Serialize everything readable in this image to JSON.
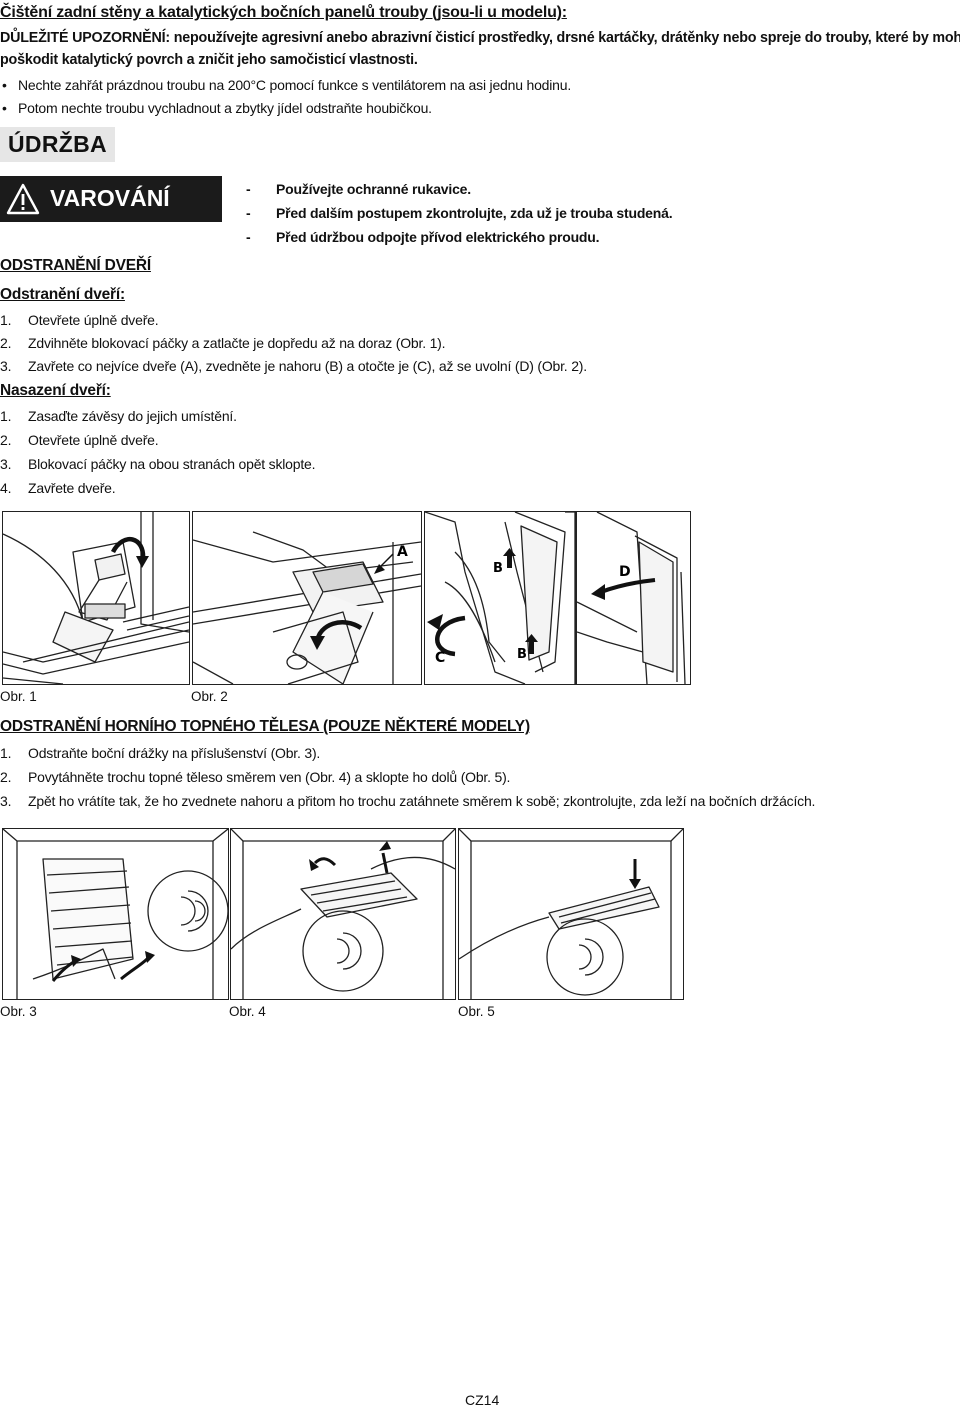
{
  "catalytic": {
    "title": "Čištění zadní stěny a katalytických bočních panelů trouby (jsou-li u modelu):",
    "warning_line1": "DŮLEŽITÉ UPOZORNĚNÍ: nepoužívejte agresivní anebo abrazivní čisticí prostředky, drsné kartáčky, drátěnky nebo spreje do trouby, které by mohly",
    "warning_line2": "poškodit katalytický povrch a zničit jeho samočisticí vlastnosti.",
    "bullets": [
      "Nechte zahřát prázdnou troubu na 200°C pomocí funkce s ventilátorem na asi jednu hodinu.",
      "Potom nechte troubu vychladnout a zbytky jídel odstraňte houbičkou."
    ]
  },
  "section_title": "ÚDRŽBA",
  "warning": {
    "label": "VAROVÁNÍ",
    "items": [
      "Používejte ochranné rukavice.",
      "Před dalším postupem zkontrolujte, zda už je trouba studená.",
      "Před údržbou odpojte přívod elektrického proudu."
    ]
  },
  "doors": {
    "heading": "ODSTRANĚNÍ DVEŘÍ",
    "removal_title": "Odstranění dveří:",
    "removal_steps": [
      {
        "n": "1.",
        "text": "Otevřete úplně dveře."
      },
      {
        "n": "2.",
        "text": "Zdvihněte blokovací páčky a zatlačte je dopředu až na doraz (Obr. 1)."
      },
      {
        "n": "3.",
        "text": "Zavřete co nejvíce dveře (A), zvedněte je nahoru (B) a otočte je (C), až se uvolní (D) (Obr. 2)."
      }
    ],
    "install_title": "Nasazení dveří:",
    "install_steps": [
      {
        "n": "1.",
        "text": "Zasaďte závěsy do jejich umístění."
      },
      {
        "n": "2.",
        "text": "Otevřete úplně dveře."
      },
      {
        "n": "3.",
        "text": "Blokovací páčky na obou stranách opět sklopte."
      },
      {
        "n": "4.",
        "text": "Zavřete dveře."
      }
    ]
  },
  "figures_top": {
    "fig1_caption": "Obr. 1",
    "fig2_caption": "Obr. 2",
    "labels": {
      "a": "A",
      "b": "B",
      "c": "C",
      "d": "D"
    }
  },
  "heater": {
    "heading": "ODSTRANĚNÍ HORNÍHO TOPNÉHO TĚLESA (POUZE NĚKTERÉ MODELY)",
    "steps": [
      {
        "n": "1.",
        "text": "Odstraňte boční drážky na příslušenství (Obr. 3)."
      },
      {
        "n": "2.",
        "text": "Povytáhněte trochu topné těleso směrem ven (Obr. 4) a sklopte ho dolů (Obr. 5)."
      },
      {
        "n": "3.",
        "text": "Zpět ho vrátíte tak, že ho zvednete nahoru a přitom ho trochu zatáhnete směrem k sobě; zkontrolujte, zda leží na bočních držácích."
      }
    ]
  },
  "figures_bottom": {
    "fig3_caption": "Obr. 3",
    "fig4_caption": "Obr. 4",
    "fig5_caption": "Obr. 5"
  },
  "page_number": "CZ14"
}
